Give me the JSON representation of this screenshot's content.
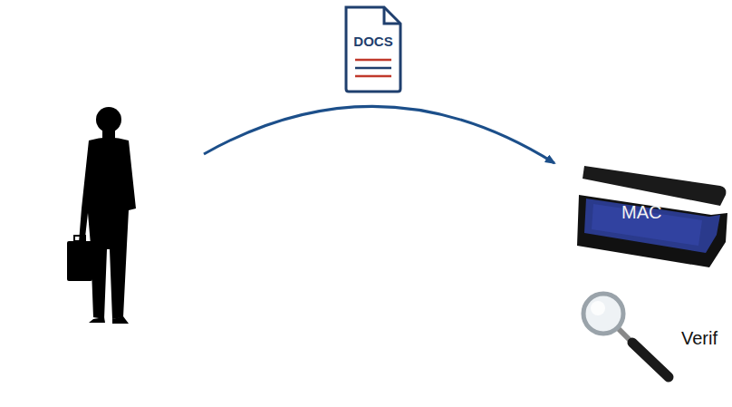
{
  "diagram": {
    "nodes": [
      {
        "text": [
          "DOCS"
        ]
      },
      {
        "text": [
          "MAC"
        ]
      },
      {
        "text": [
          "Verif"
        ]
      }
    ]
  }
}
